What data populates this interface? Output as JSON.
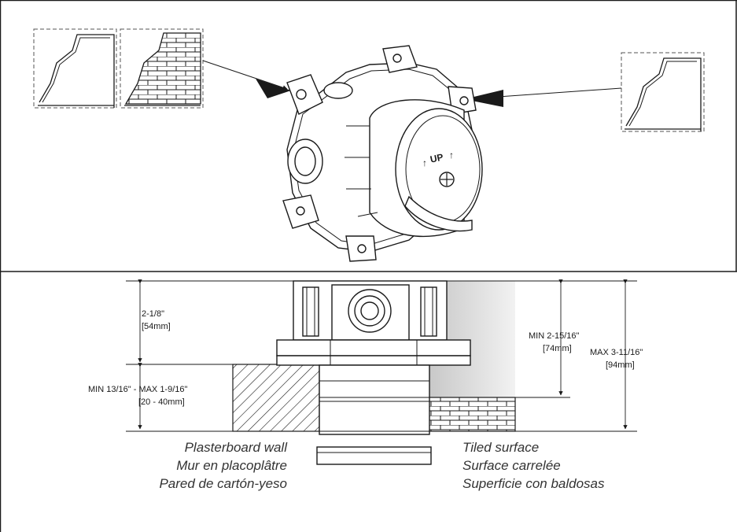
{
  "panel_top": {
    "valve_label": "UP"
  },
  "panel_bottom": {
    "dims": {
      "depth": "2-1/8\"",
      "depth_mm": "[54mm]",
      "wall_range": "MIN 13/16\" - MAX 1-9/16\"",
      "wall_range_mm": "[20 - 40mm]",
      "min_tiled": "MIN 2-15/16\"",
      "min_tiled_mm": "[74mm]",
      "max_tiled": "MAX 3-11/16\"",
      "max_tiled_mm": "[94mm]"
    },
    "captions": {
      "plaster_en": "Plasterboard wall",
      "plaster_fr": "Mur en placoplâtre",
      "plaster_es": "Pared de cartón-yeso",
      "tiled_en": "Tiled surface",
      "tiled_fr": "Surface carrelée",
      "tiled_es": "Superficie con baldosas"
    }
  },
  "colors": {
    "line": "#1a1a1a",
    "shade": "#d9d9d9"
  }
}
